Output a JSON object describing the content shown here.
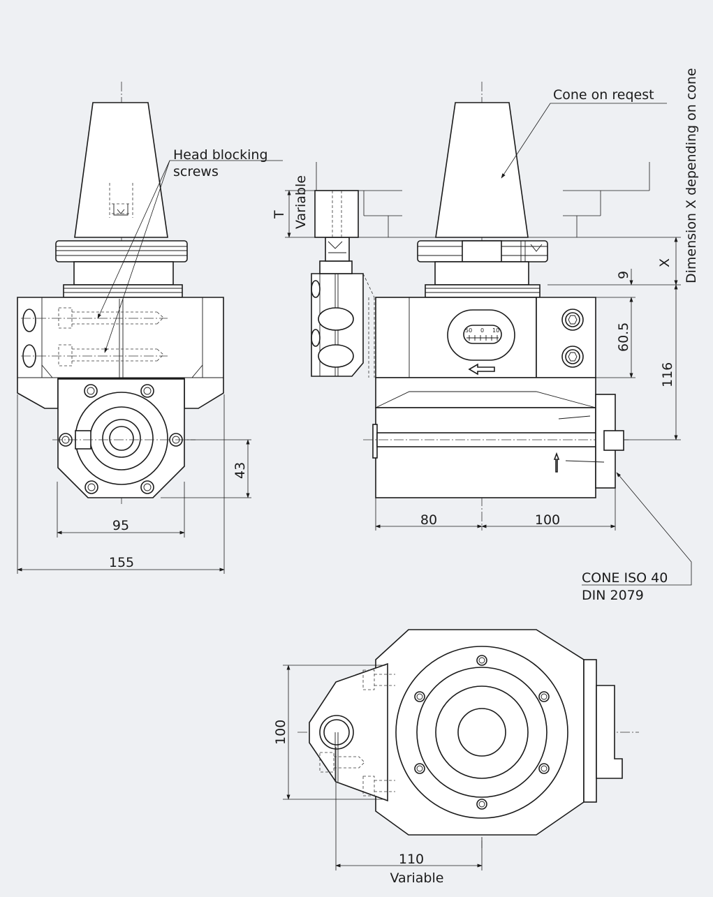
{
  "labels": {
    "head_blocking_line1": "Head blocking",
    "head_blocking_line2": "screws",
    "cone_on_request": "Cone on reqest",
    "dimension_x_note": "Dimension X depending on cone",
    "cone_iso_line1": "CONE ISO 40",
    "cone_iso_line2": "DIN 2079",
    "variable_side": "Variable",
    "variable_bottom": "Variable",
    "t_label": "T",
    "x_label": "X"
  },
  "dimensions": {
    "d155": "155",
    "d95": "95",
    "d43": "43",
    "d80": "80",
    "d100_side": "100",
    "d9": "9",
    "d60_5": "60.5",
    "d116": "116",
    "d100_plan": "100",
    "d110": "110"
  },
  "dial": {
    "left": "50",
    "mid": "0",
    "right": "10"
  },
  "colors": {
    "background": "#eef0f3",
    "line": "#1a1a1a"
  }
}
